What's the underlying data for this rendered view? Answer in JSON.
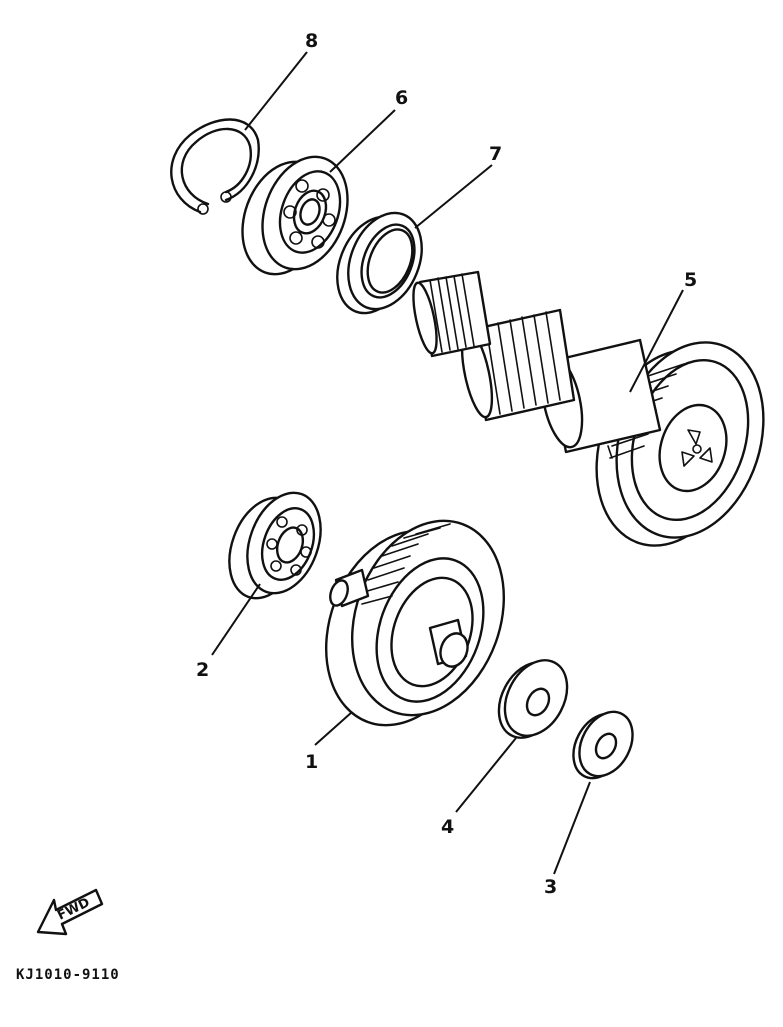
{
  "diagram": {
    "callouts": {
      "p1": "1",
      "p2": "2",
      "p3": "3",
      "p4": "4",
      "p5": "5",
      "p6": "6",
      "p7": "7",
      "p8": "8"
    },
    "direction_arrow": "FWD",
    "drawing_code": "KJ1010-9110"
  }
}
